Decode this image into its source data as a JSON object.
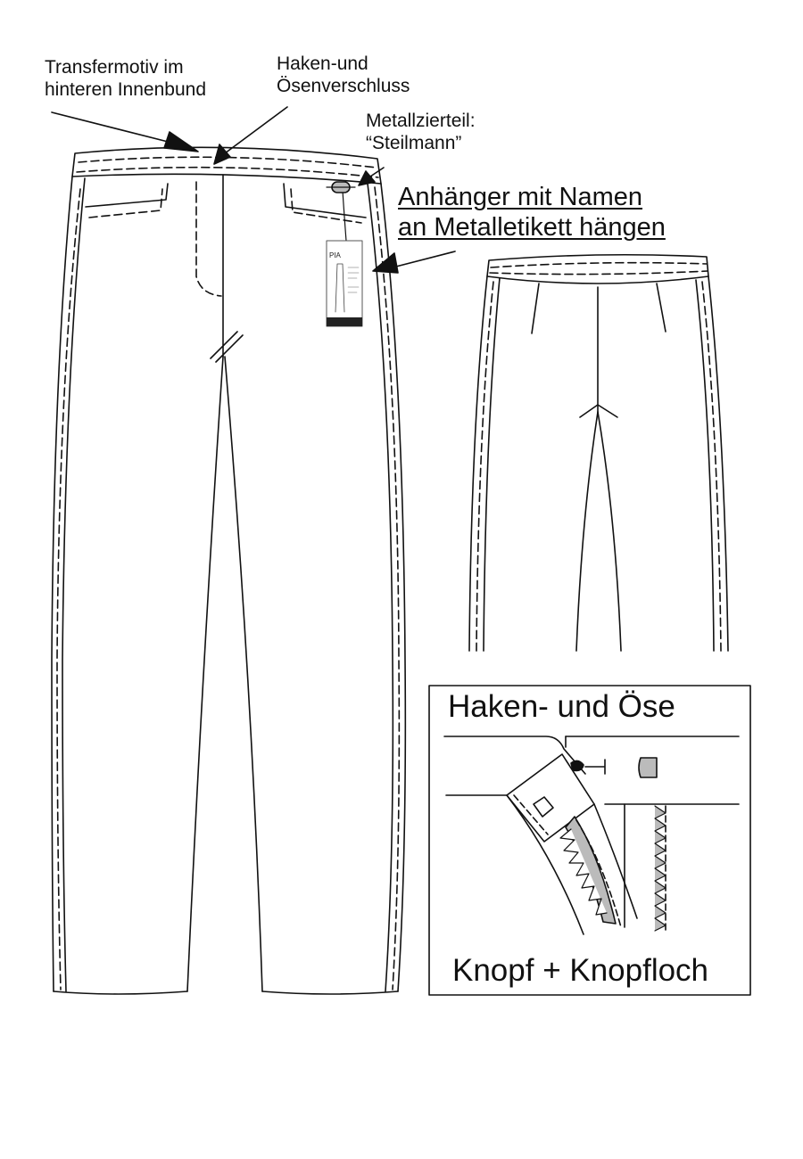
{
  "annotations": {
    "transfer": {
      "line1": "Transfermotiv im",
      "line2": "hinteren Innenbund"
    },
    "hook_closure": {
      "line1": "Haken-und",
      "line2": "Ösenverschluss"
    },
    "metal_trim": {
      "line1": "Metallzierteil:",
      "line2": "“Steilmann”"
    },
    "hang_tag_note": {
      "line1": "Anhänger mit Namen",
      "line2": "an Metalletikett hängen"
    }
  },
  "hang_tag": {
    "brand": "PIA"
  },
  "detail_inset": {
    "title": "Haken- und Öse",
    "caption": "Knopf + Knopfloch"
  }
}
